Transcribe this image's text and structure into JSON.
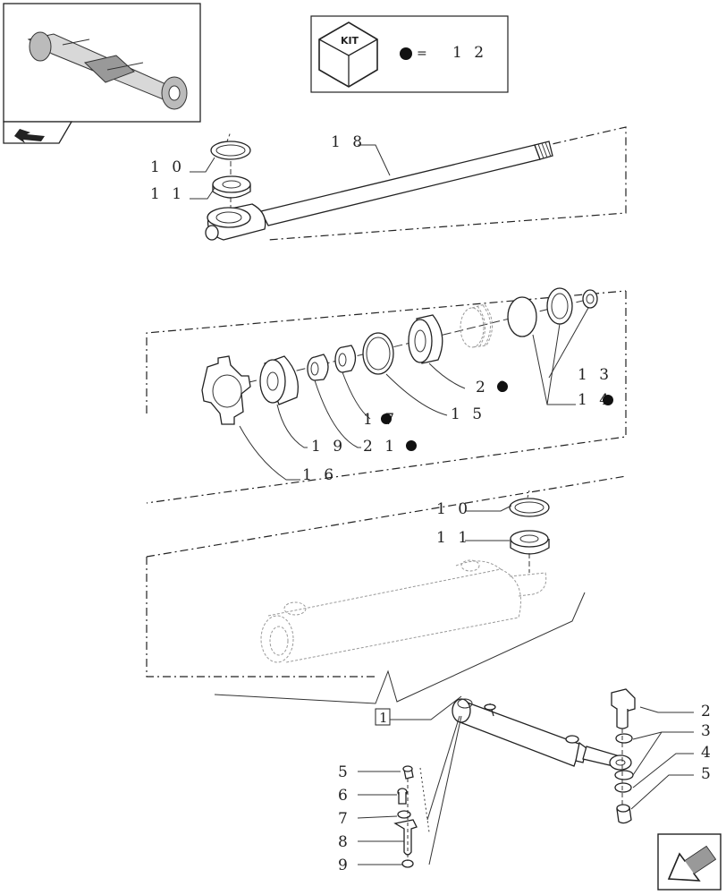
{
  "kit": {
    "badge": "KIT",
    "eq": "=",
    "number": "1 2"
  },
  "labels": {
    "l18": "1 8",
    "l10a": "1 0",
    "l11a": "1 1",
    "l13": "1 3",
    "l14": "1 4",
    "l20": "2 0",
    "l15": "1 5",
    "l17": "1 7",
    "l19": "1 9",
    "l21": "2 1",
    "l16": "1 6",
    "l10b": "1 0",
    "l11b": "1 1",
    "lI": "1",
    "r2": "2",
    "r3": "3",
    "r4": "4",
    "r5": "5",
    "b5": "5",
    "b6": "6",
    "b7": "7",
    "b8": "8",
    "b9": "9"
  }
}
